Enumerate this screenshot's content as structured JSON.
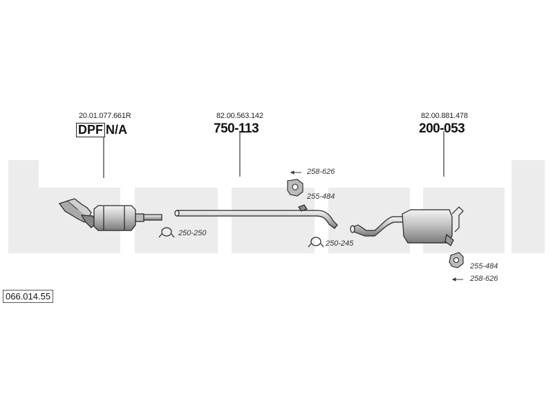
{
  "watermark": {
    "text": "bosal",
    "color": "#ececec"
  },
  "parts": [
    {
      "oem": "20.01.077.661R",
      "part_prefix": "DPF",
      "part_number": "N/A"
    },
    {
      "oem": "82.00.563.142",
      "part_number": "750-113"
    },
    {
      "oem": "82.00.881.478",
      "part_number": "200-053"
    }
  ],
  "accessories": {
    "a1": "258-626",
    "a2": "255-484",
    "a3": "250-250",
    "a4": "250-245",
    "a5": "255-484",
    "a6": "258-626"
  },
  "reference_number": "066.014.55"
}
